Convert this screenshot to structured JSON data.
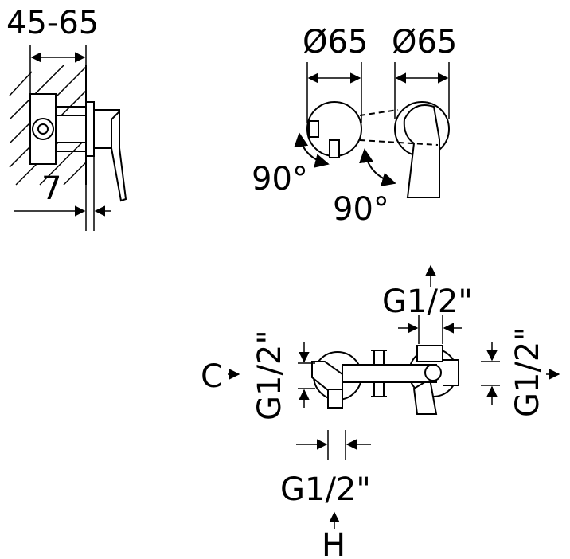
{
  "side_view": {
    "depth_range": "45-65",
    "offset": "7"
  },
  "front_view": {
    "left_diameter": "Ø65",
    "right_diameter": "Ø65",
    "rotation_left": "90°",
    "rotation_right": "90°"
  },
  "connections_view": {
    "top_thread": "G1/2\"",
    "left_thread": "G1/2\"",
    "right_thread": "G1/2\"",
    "bottom_thread": "G1/2\"",
    "cold_label": "C",
    "hot_label": "H"
  },
  "colors": {
    "ink": "#000000",
    "background": "#ffffff"
  }
}
